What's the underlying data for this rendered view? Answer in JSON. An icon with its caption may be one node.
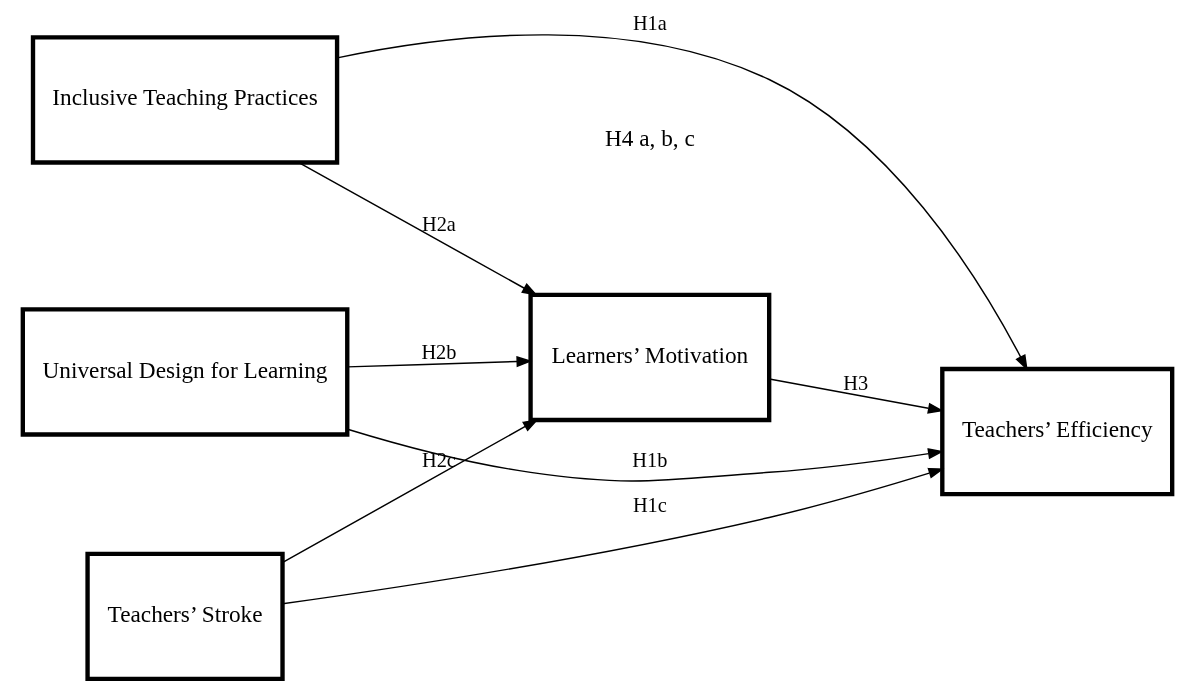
{
  "diagram": {
    "nodes": [
      {
        "text": [
          "Inclusive Teaching Practices"
        ]
      },
      {
        "text": [
          "Universal Design for Learning"
        ]
      },
      {
        "text": [
          "Teachers’ Stroke"
        ]
      },
      {
        "text": [
          "Learners’ Motivation"
        ]
      },
      {
        "text": [
          "Teachers’ Efficiency"
        ]
      }
    ],
    "edges": [
      {
        "from": 0,
        "to": 4,
        "arrow": "to",
        "label": "H1a"
      },
      {
        "from": 0,
        "to": 3,
        "arrow": "to",
        "label": "H2a"
      },
      {
        "from": 1,
        "to": 3,
        "arrow": "to",
        "label": "H2b"
      },
      {
        "from": 2,
        "to": 3,
        "arrow": "to",
        "label": "H2c"
      },
      {
        "from": 3,
        "to": 4,
        "arrow": "to",
        "label": "H3"
      },
      {
        "from": 1,
        "to": 4,
        "arrow": "to",
        "label": "H1b"
      },
      {
        "from": 2,
        "to": 4,
        "arrow": "to",
        "label": "H1c"
      }
    ],
    "labels": [
      "H4 a, b, c"
    ]
  }
}
